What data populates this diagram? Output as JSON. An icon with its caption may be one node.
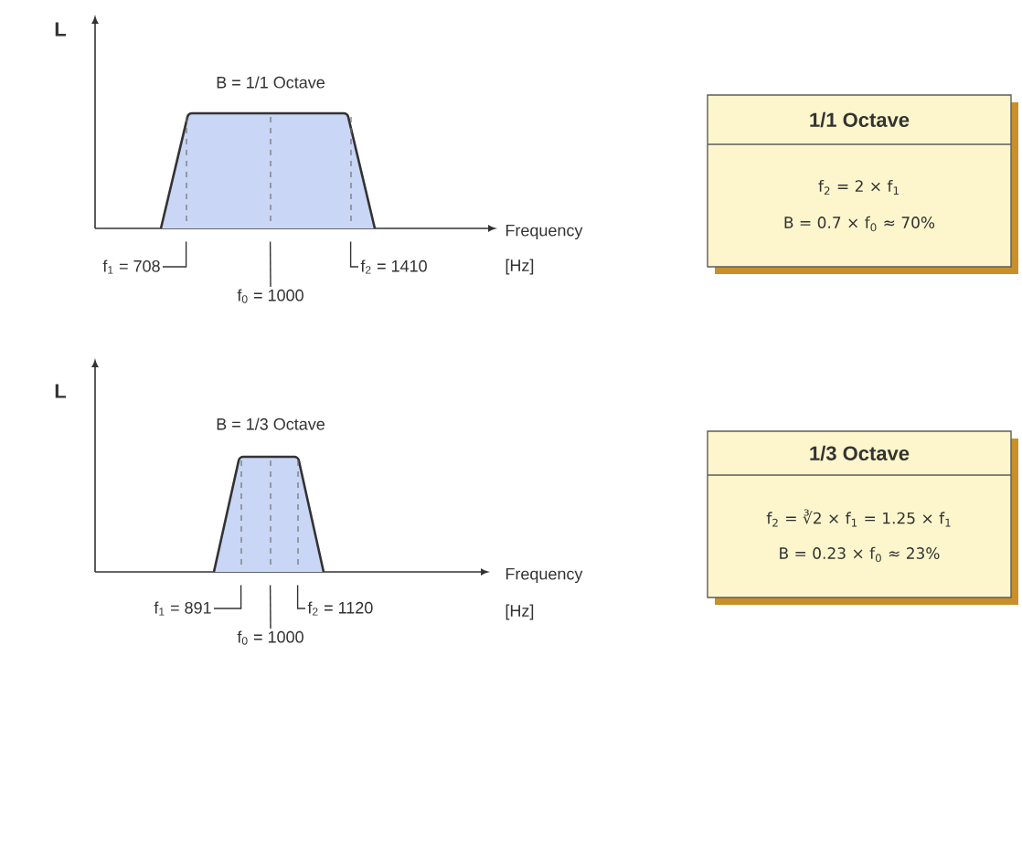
{
  "diagram": {
    "nodes": [
      {
        "text": [],
        "shape": "trapezoid"
      },
      {
        "text": [
          "f$_{1}$ = 708"
        ]
      },
      {
        "text": [
          "f$_{0}$ = 1000"
        ]
      },
      {
        "text": [
          "f$_{2}$ = 1410"
        ]
      },
      {
        "text": [
          "1/1 Octave",
          "f$_{2}$ = 2 × f$_{1}$",
          "B = 0.7 × f$_{0}$ ≈ 70%"
        ]
      },
      {
        "text": [],
        "shape": "trapezoid"
      },
      {
        "text": [
          "f$_{1}$ = 891"
        ]
      },
      {
        "text": [
          "f$_{0}$ = 1000"
        ]
      },
      {
        "text": [
          "f$_{2}$ = 1120"
        ]
      },
      {
        "text": [
          "1/3 Octave",
          "f$_{2}$ = ∛2 × f$_{1}$ = 1.25 × f$_{1}$",
          "B = 0.23 × f$_{0}$ ≈ 23%"
        ]
      }
    ],
    "edges": [
      {
        "from": 1,
        "to": 0,
        "arrow": "none"
      },
      {
        "from": 2,
        "to": 0,
        "arrow": "none"
      },
      {
        "from": 3,
        "to": 0,
        "arrow": "none"
      },
      {
        "from": 6,
        "to": 5,
        "arrow": "none"
      },
      {
        "from": 7,
        "to": 5,
        "arrow": "none"
      },
      {
        "from": 8,
        "to": 5,
        "arrow": "none"
      }
    ],
    "labels": [
      "L",
      "B = 1/1 Octave",
      "Frequency",
      "[Hz]",
      "L",
      "B = 1/3 Octave",
      "Frequency",
      "[Hz]"
    ]
  }
}
